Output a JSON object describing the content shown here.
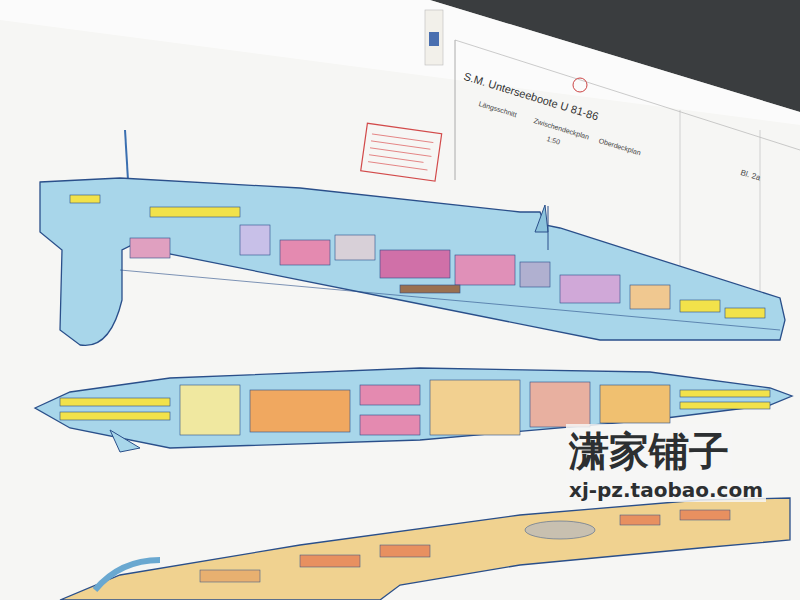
{
  "diagram": {
    "title": "S.M. Unterseeboote U 81-86",
    "labels": [
      "Längsschnitt",
      "Zwischendeckplan",
      "Oberdeckplan",
      "1:50",
      "Bl. 2a",
      "潇家铺子",
      "xj-pz.taobao.com"
    ]
  }
}
